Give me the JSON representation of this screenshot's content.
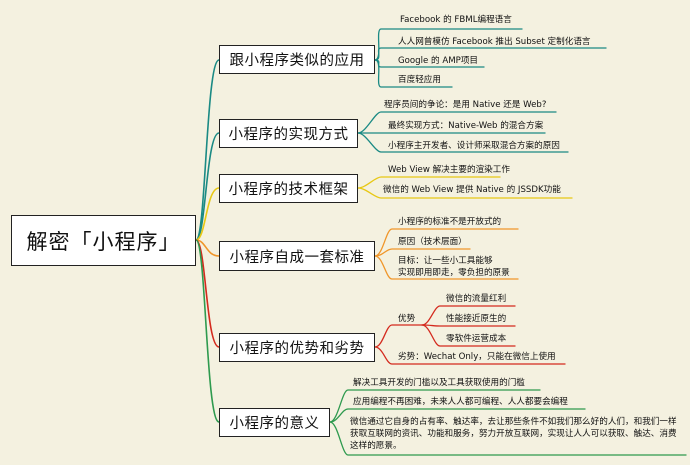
{
  "root": {
    "label": "解密「小程序」"
  },
  "branches": [
    {
      "label": "跟小程序类似的应用",
      "color": "#1a8a84",
      "leaves": [
        "Facebook 的 FBML编程语言",
        "人人网曾模仿 Facebook 推出 Subset 定制化语言",
        "Google 的 AMP项目",
        "百度轻应用"
      ]
    },
    {
      "label": "小程序的实现方式",
      "color": "#1a8a84",
      "leaves": [
        "程序员间的争论：是用 Native 还是 Web?",
        "最终实现方式：Native-Web 的混合方案",
        "小程序主开发者、设计师采取混合方案的原因"
      ]
    },
    {
      "label": "小程序的技术框架",
      "color": "#e8c814",
      "leaves": [
        "Web View 解决主要的渲染工作",
        "微信的 Web View 提供 Native 的 JSSDK功能"
      ]
    },
    {
      "label": "小程序自成一套标准",
      "color": "#f0962a",
      "leaves": [
        "小程序的标准不是开放式的",
        "原因（技术层面）",
        "目标：让一些小工具能够\n实现即用即走，零负担的原景"
      ]
    },
    {
      "label": "小程序的优势和劣势",
      "color": "#d42a1e",
      "sub_label": "优势",
      "sub_leaves": [
        "微信的流量红利",
        "性能接近原生的",
        "零软件运营成本"
      ],
      "leaves": [
        "劣势：Wechat Only，只能在微信上使用"
      ]
    },
    {
      "label": "小程序的意义",
      "color": "#2e9a4e",
      "leaves": [
        "解决工具开发的门槛以及工具获取使用的门槛",
        "应用编程不再困难，未来人人都可编程、人人都要会编程",
        "微信通过它自身的占有率、触达率，去让那些条件不如我们那么好的人们，和我们一样获取互联网的资讯、功能和服务，努力开放互联网，实现让人人可以获取、触达、消费这样的愿景。"
      ]
    }
  ]
}
